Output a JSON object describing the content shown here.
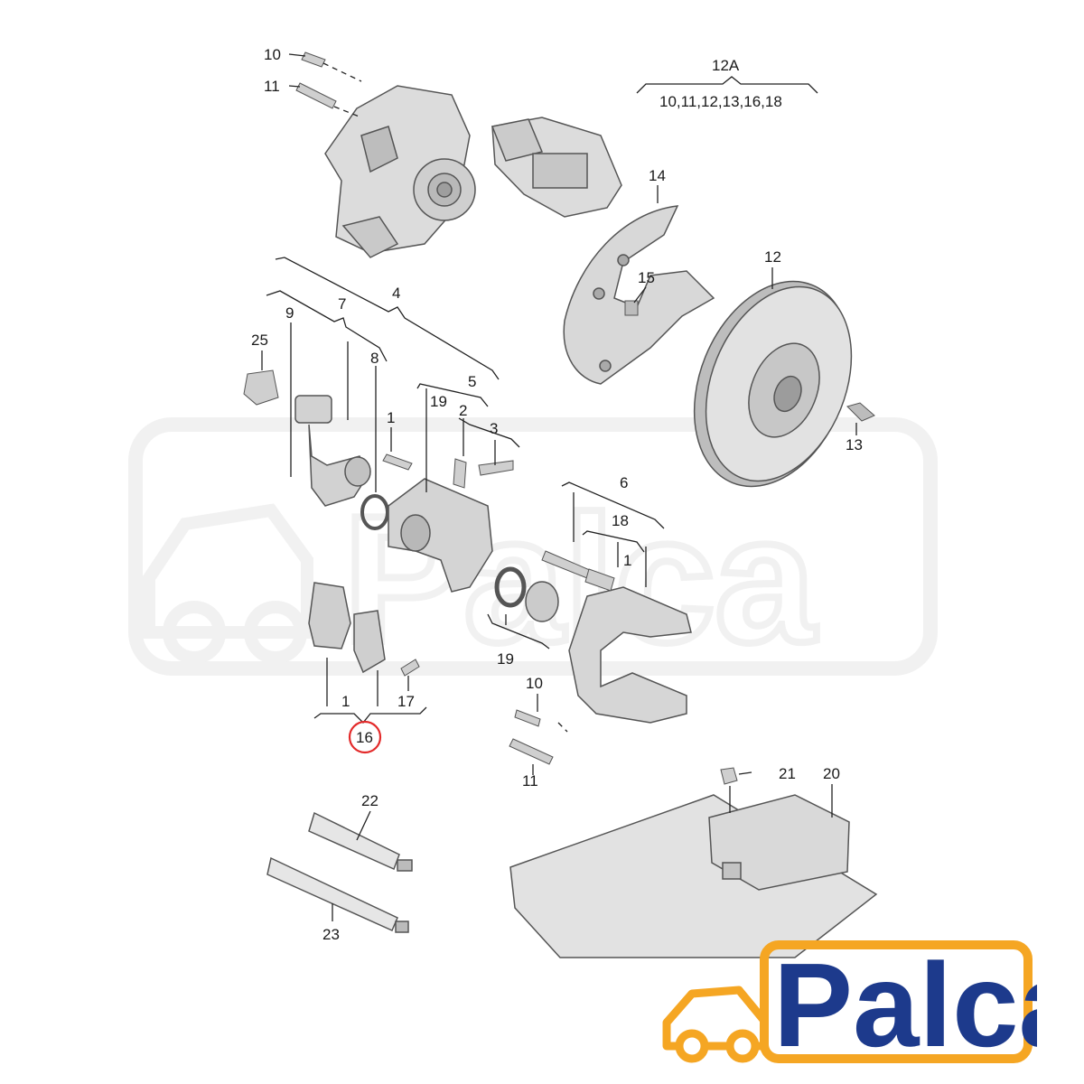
{
  "callouts": {
    "c10_top": "10",
    "c11_top": "11",
    "c12A": "12A",
    "c12A_group": "10,11,12,13,16,18",
    "c14": "14",
    "c12": "12",
    "c15": "15",
    "c13": "13",
    "c4": "4",
    "c7": "7",
    "c9": "9",
    "c25": "25",
    "c8": "8",
    "c5": "5",
    "c19_top": "19",
    "c1_a": "1",
    "c2": "2",
    "c3": "3",
    "c6": "6",
    "c18": "18",
    "c1_b": "1",
    "c19_bottom": "19",
    "c10_bottom": "10",
    "c11_bottom": "11",
    "c1_pad": "1",
    "c17": "17",
    "c16": "16",
    "c21": "21",
    "c20": "20",
    "c22": "22",
    "c23": "23"
  },
  "highlight": {
    "part": "16",
    "color": "#e32a2a"
  },
  "watermark_text": "Palca",
  "logo": {
    "text": "Palca",
    "color_text": "#1d3a8c",
    "color_car": "#f5a623",
    "color_frame": "#f5a623"
  }
}
